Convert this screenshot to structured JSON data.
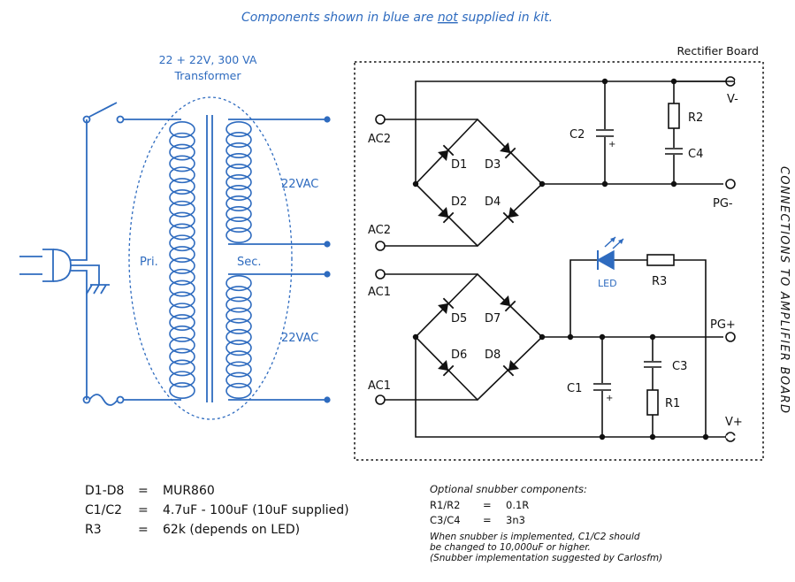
{
  "header": {
    "notice_pre": "Components shown in blue are ",
    "notice_em": "not",
    "notice_post": " supplied in kit."
  },
  "transformer": {
    "rating": "22 + 22V,  300 VA",
    "label": "Transformer",
    "primary": "Pri.",
    "secondary": "Sec.",
    "out_top": "22VAC",
    "out_bottom": "22VAC"
  },
  "board": {
    "title": "Rectifier Board",
    "side_label": "CONNECTIONS TO AMPLIFIER BOARD"
  },
  "terminals": {
    "ac2_top": "AC2",
    "ac2_bottom": "AC2",
    "ac1_top": "AC1",
    "ac1_bottom": "AC1",
    "v_minus": "V-",
    "pg_minus": "PG-",
    "pg_plus": "PG+",
    "v_plus": "V+"
  },
  "components": {
    "d1": "D1",
    "d2": "D2",
    "d3": "D3",
    "d4": "D4",
    "d5": "D5",
    "d6": "D6",
    "d7": "D7",
    "d8": "D8",
    "c1": "C1",
    "c2": "C2",
    "c3": "C3",
    "c4": "C4",
    "r1": "R1",
    "r2": "R2",
    "r3": "R3",
    "led": "LED",
    "plus": "+"
  },
  "bom": {
    "rows": [
      {
        "part": "D1-D8",
        "eq": "=",
        "value": "MUR860"
      },
      {
        "part": "C1/C2",
        "eq": "=",
        "value": "4.7uF - 100uF  (10uF supplied)"
      },
      {
        "part": "R3",
        "eq": "=",
        "value": "62k  (depends on LED)"
      }
    ]
  },
  "snubber": {
    "title": "Optional snubber components:",
    "rows": [
      {
        "part": "R1/R2",
        "eq": "=",
        "value": "0.1R"
      },
      {
        "part": "C3/C4",
        "eq": "=",
        "value": "3n3"
      }
    ],
    "note1": "When snubber is implemented, C1/C2 should",
    "note2": "be changed to 10,000uF or higher.",
    "note3": "(Snubber implementation suggested by Carlosfm)"
  }
}
